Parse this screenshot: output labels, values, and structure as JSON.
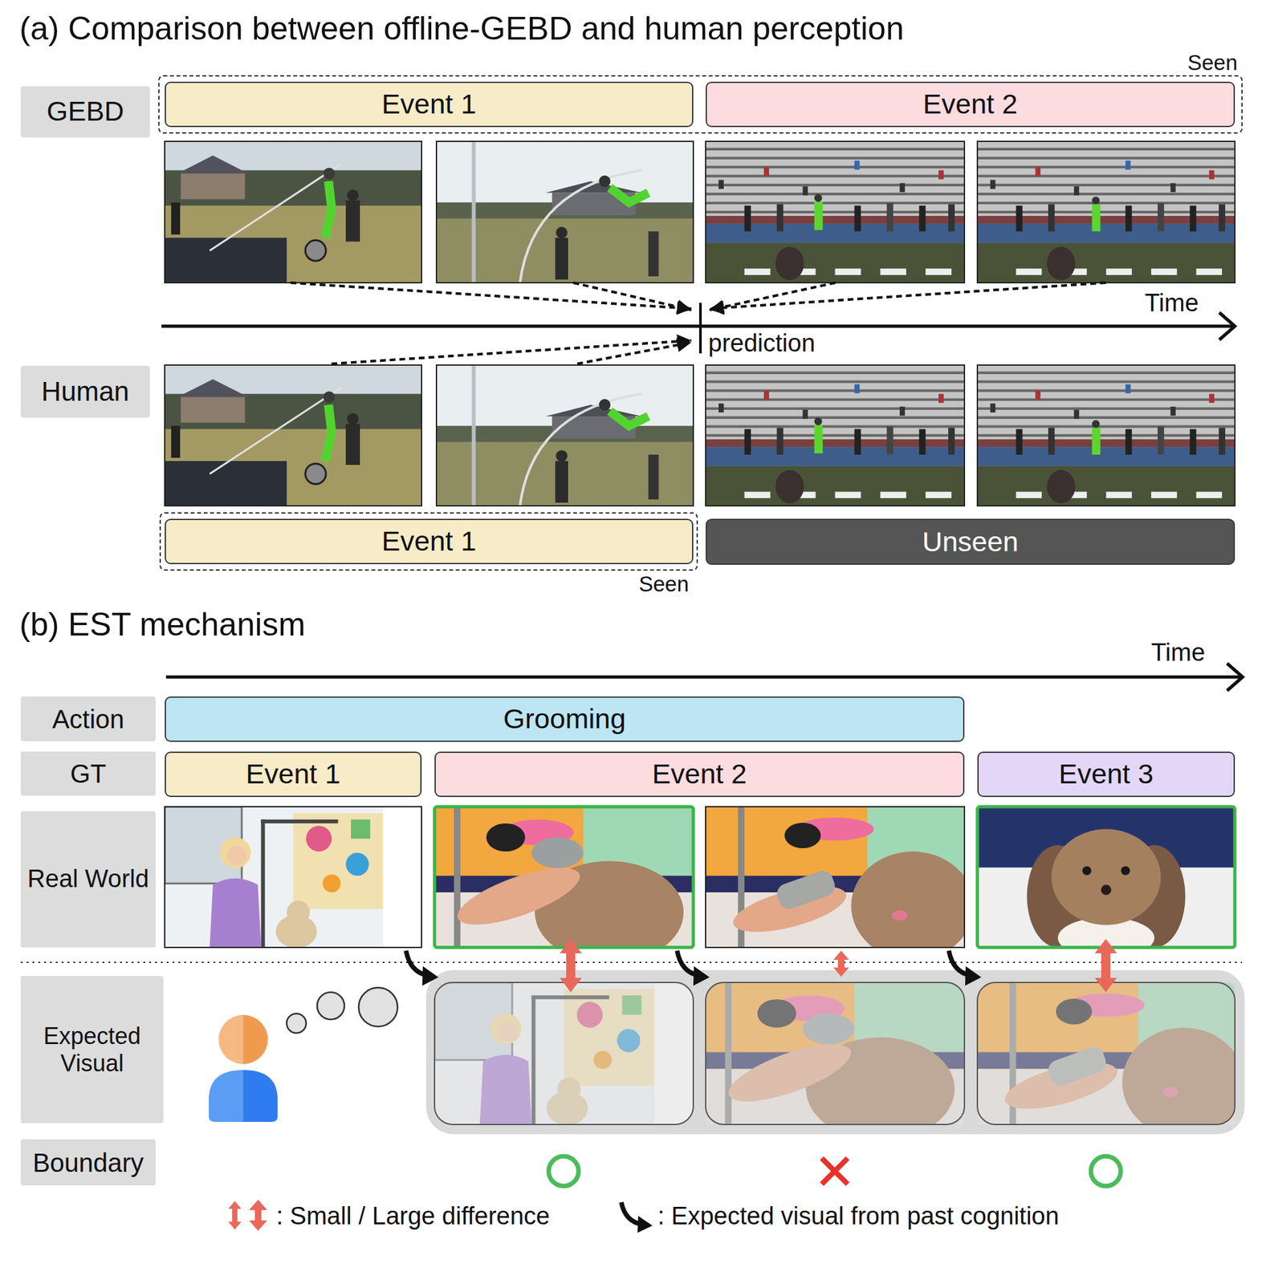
{
  "diagram": {
    "nodes": [
      {
        "text": [
          "GEBD"
        ]
      },
      {
        "text": [
          "Seen"
        ]
      },
      {
        "text": [
          "Event 1"
        ],
        "in": 1
      },
      {
        "text": [
          "Event 2"
        ],
        "in": 1
      },
      {
        "text": [
          "Human"
        ]
      },
      {
        "text": [
          "Seen"
        ]
      },
      {
        "text": [
          "Event 1"
        ],
        "in": 5
      },
      {
        "text": [
          "Unseen"
        ]
      },
      {
        "text": [
          "Action"
        ]
      },
      {
        "text": [
          "Grooming"
        ]
      },
      {
        "text": [
          "GT"
        ]
      },
      {
        "text": [
          "Event 1"
        ]
      },
      {
        "text": [
          "Event 2"
        ]
      },
      {
        "text": [
          "Event 3"
        ]
      },
      {
        "text": [
          "Real World"
        ]
      },
      {
        "text": [
          "Expected Visual"
        ]
      },
      {
        "text": [
          "Boundary"
        ]
      }
    ],
    "labels": [
      "(a) Comparison between offline-GEBD and human perception",
      "Time",
      "prediction",
      "(b) EST mechanism",
      "Time"
    ],
    "legend": [
      {
        "text": ": Small / Large difference"
      },
      {
        "text": ": Expected visual from past cognition"
      }
    ]
  }
}
